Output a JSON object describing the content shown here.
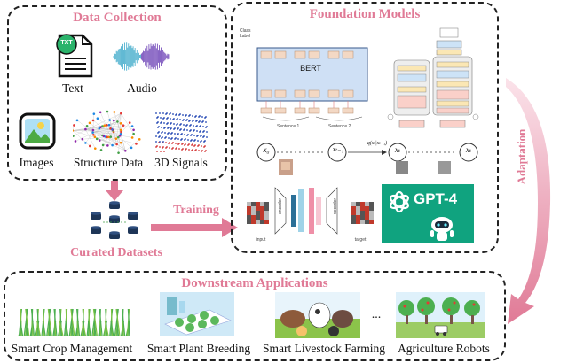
{
  "data_collection": {
    "title": "Data Collection",
    "items": {
      "text": "Text",
      "audio": "Audio",
      "images": "Images",
      "structure": "Structure Data",
      "signals3d": "3D Signals"
    },
    "txt_icon_label": "TXT"
  },
  "curated": {
    "label": "Curated Datasets"
  },
  "training": {
    "label": "Training"
  },
  "foundation": {
    "title": "Foundation Models",
    "bert": {
      "class_label": "Class\nLabel",
      "name": "BERT",
      "sentence1": "Sentence 1",
      "sentence2": "Sentence 2"
    },
    "diffusion": {
      "x0": "x₀",
      "xt1": "xₜ₋₁",
      "xt": "xₜ",
      "xT": "xₜ",
      "q_label": "q(xₜ|xₜ₋₁)"
    },
    "autoenc": {
      "encoder": "encoder",
      "decoder": "decoder",
      "input": "input",
      "target": "target"
    },
    "gpt": {
      "label": "GPT-4"
    }
  },
  "adaptation": {
    "label": "Adaptation"
  },
  "downstream": {
    "title": "Downstream Applications",
    "apps": [
      "Smart Crop Management",
      "Smart Plant Breeding",
      "Smart Livestock Farming",
      "Agriculture Robots"
    ],
    "ellipsis": "..."
  },
  "colors": {
    "accent": "#e07a96",
    "gpt_bg": "#10a37f",
    "box": "#222222"
  }
}
